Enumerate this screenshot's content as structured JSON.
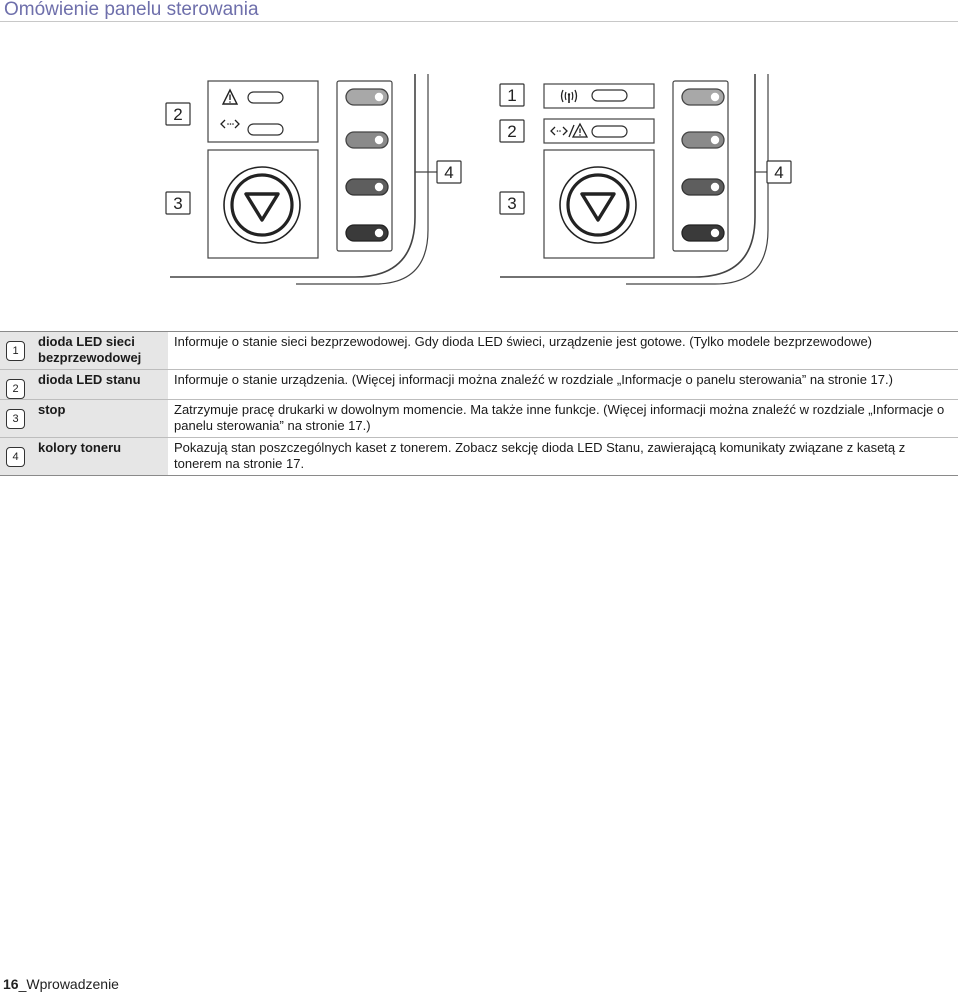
{
  "title": "Omówienie panelu sterowania",
  "diagram": {
    "left_callouts": [
      "2",
      "3",
      "4"
    ],
    "right_callouts": [
      "1",
      "2",
      "3",
      "4"
    ]
  },
  "rows": [
    {
      "num": "1",
      "term": "dioda LED sieci bezprzewodowej",
      "desc": "Informuje o stanie sieci bezprzewodowej. Gdy dioda LED świeci, urządzenie jest gotowe. (Tylko modele bezprzewodowe)"
    },
    {
      "num": "2",
      "term": "dioda LED stanu",
      "desc": "Informuje o stanie urządzenia. (Więcej informacji można znaleźć w rozdziale „Informacje o panelu sterowania” na stronie 17.)"
    },
    {
      "num": "3",
      "term": "stop",
      "desc": "Zatrzymuje pracę drukarki w dowolnym momencie. Ma także inne funkcje. (Więcej informacji można znaleźć w rozdziale „Informacje o panelu sterowania” na stronie 17.)"
    },
    {
      "num": "4",
      "term": "kolory toneru",
      "desc": "Pokazują stan poszczególnych kaset z tonerem. Zobacz sekcję dioda LED Stanu, zawierającą komunikaty związane z kasetą z tonerem na stronie 17."
    }
  ],
  "footer": {
    "page": "16",
    "section": "_Wprowadzenie"
  }
}
